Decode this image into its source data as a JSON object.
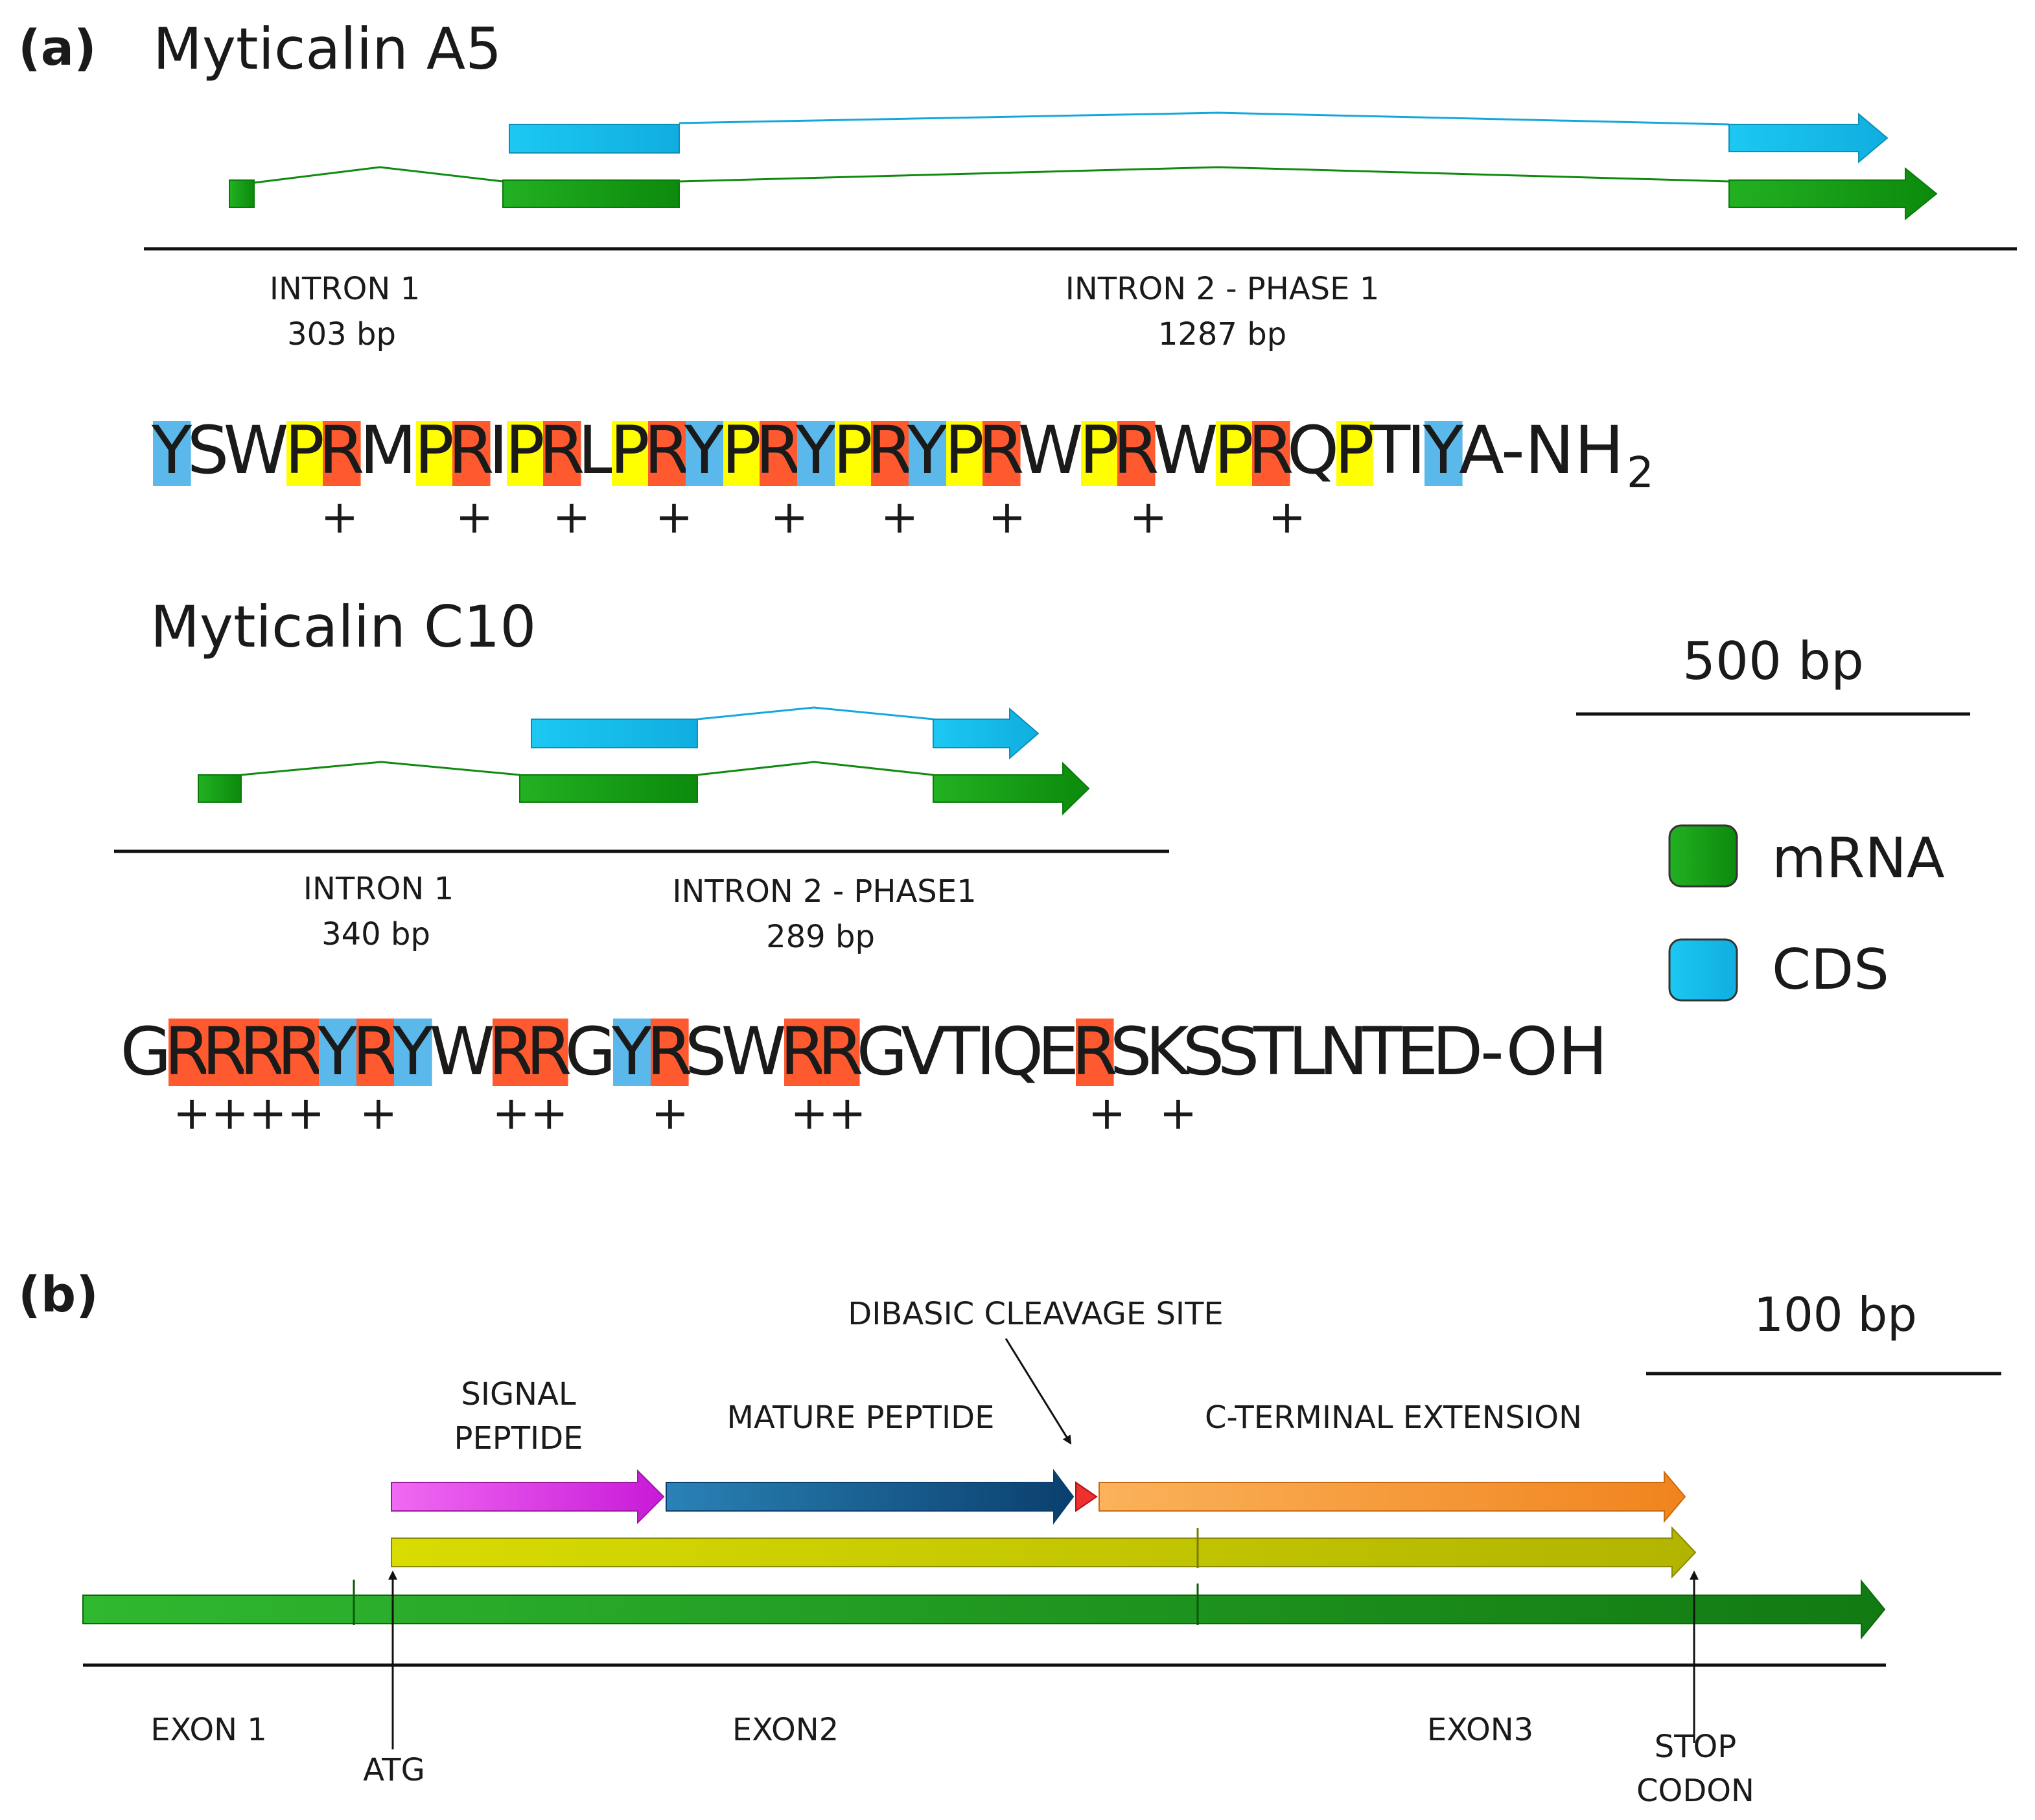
{
  "panel_a": {
    "label": "(a)",
    "gene1": {
      "title": "Myticalin A5",
      "intron1": {
        "name": "INTRON 1",
        "size": "303 bp"
      },
      "intron2": {
        "name": "INTRON 2 - PHASE 1",
        "size": "1287 bp"
      },
      "residues": [
        "Y",
        "S",
        "W",
        "P",
        "R",
        "M",
        "P",
        "R",
        "I",
        "P",
        "R",
        "L",
        "P",
        "R",
        "Y",
        "P",
        "R",
        "Y",
        "P",
        "R",
        "Y",
        "P",
        "R",
        "W",
        "P",
        "R",
        "W",
        "P",
        "R",
        "Q",
        "P",
        "T",
        "I",
        "Y",
        "A"
      ],
      "terminus": "-NH",
      "terminus_sub": "2",
      "charges": [
        "+",
        "+",
        "+",
        "+",
        "+",
        "+",
        "+",
        "+",
        "+"
      ]
    },
    "gene2": {
      "title": "Myticalin C10",
      "intron1": {
        "name": "INTRON 1",
        "size": "340 bp"
      },
      "intron2": {
        "name": "INTRON 2 - PHASE1",
        "size": "289 bp"
      },
      "residues": [
        "G",
        "R",
        "R",
        "R",
        "R",
        "Y",
        "R",
        "Y",
        "W",
        "R",
        "R",
        "G",
        "Y",
        "R",
        "S",
        "W",
        "R",
        "R",
        "G",
        "V",
        "T",
        "I",
        "Q",
        "E",
        "R",
        "S",
        "K",
        "S",
        "S",
        "T",
        "L",
        "N",
        "T",
        "E",
        "D"
      ],
      "terminus": "-OH",
      "charges": [
        "++++",
        "+",
        "++",
        "+",
        "++",
        "+",
        "+"
      ]
    },
    "scale_label": "500 bp",
    "legend": [
      {
        "label": "mRNA",
        "color": "#12a012"
      },
      {
        "label": "CDS",
        "color": "#19c3ee"
      }
    ]
  },
  "panel_b": {
    "label": "(b)",
    "scale_label": "100 bp",
    "segments": {
      "signal": "SIGNAL PEPTIDE",
      "mature": "MATURE PEPTIDE",
      "cleavage": "DIBASIC CLEAVAGE SITE",
      "extension": "C-TERMINAL  EXTENSION"
    },
    "exons": [
      "EXON 1",
      "EXON2",
      "EXON3"
    ],
    "atg": "ATG",
    "stop": "STOP CODON"
  },
  "colors": {
    "mrna": "#12a012",
    "cds": "#19c3ee",
    "proline": "#ffff00",
    "arginine": "#ff5a2f",
    "tyrosine": "#5ab8ea",
    "signal_peptide": "#e22ee6",
    "mature_peptide": "#0e5f92",
    "cleavage_site": "#ee3030",
    "c_terminal_extension": "#f79830",
    "cds_b": "#c9cf00"
  }
}
